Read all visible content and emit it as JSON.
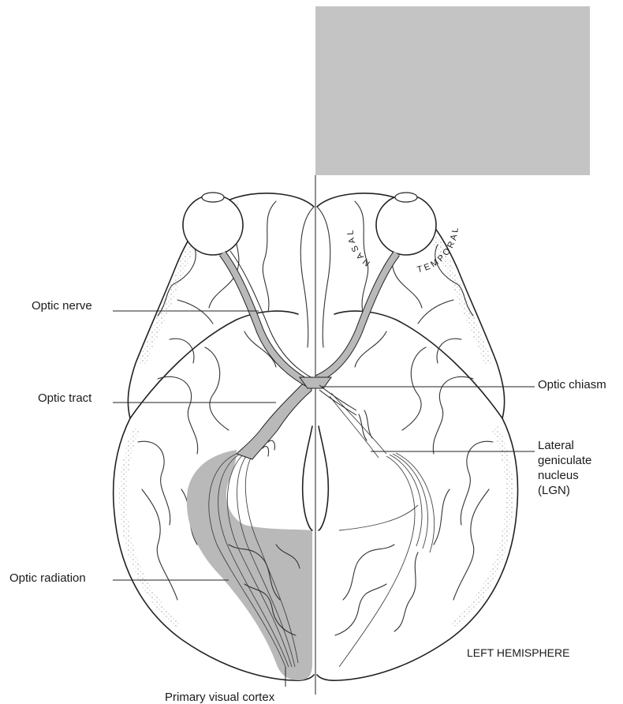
{
  "labels": {
    "optic_nerve": "Optic nerve",
    "optic_tract": "Optic tract",
    "optic_chiasm": "Optic chiasm",
    "lgn_line1": "Lateral",
    "lgn_line2": "geniculate",
    "lgn_line3": "nucleus",
    "lgn_line4": "(LGN)",
    "optic_radiation": "Optic radiation",
    "primary_visual_cortex": "Primary visual cortex",
    "left_hemisphere": "LEFT HEMISPHERE",
    "nasal": "NASAL",
    "temporal": "TEMPORAL"
  },
  "colors": {
    "placeholder_box": "#c4c4c4",
    "pathway_shade": "#b9b9b9",
    "outline": "#222222"
  }
}
